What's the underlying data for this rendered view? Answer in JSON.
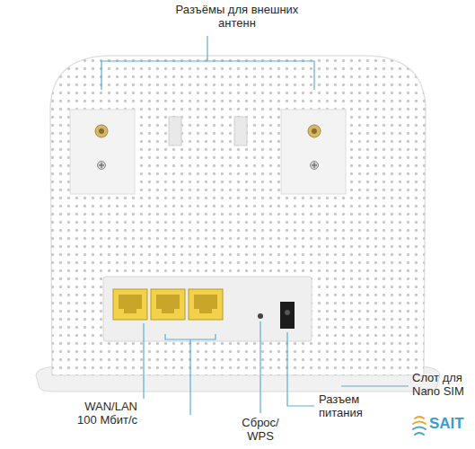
{
  "diagram": {
    "labels": [
      "Разъёмы для внешних антенн",
      "WAN/LAN 100 Мбит/с",
      "Сброс/ WPS",
      "Разъем питания",
      "Слот для Nano SIM",
      "SAIT"
    ]
  }
}
